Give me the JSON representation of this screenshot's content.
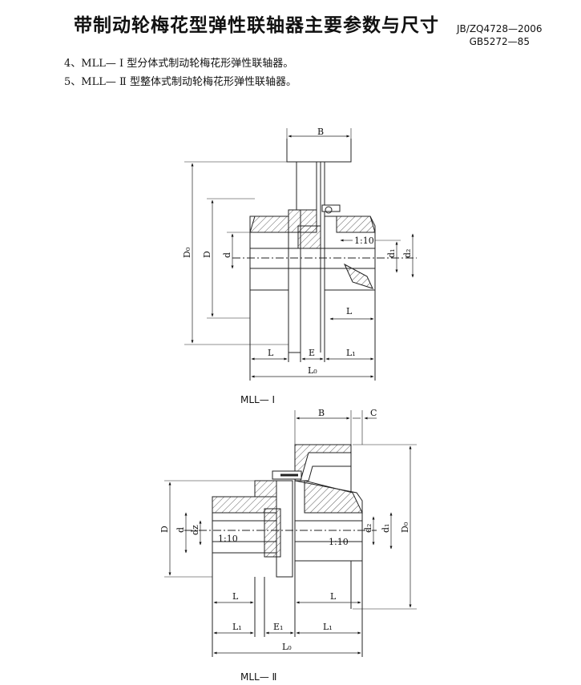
{
  "title": "带制动轮梅花型弹性联轴器主要参数与尺寸",
  "standards": [
    "JB/ZQ4728—2006",
    "GB5272—85"
  ],
  "notes": [
    "4、MLL— Ⅰ 型分体式制动轮梅花形弹性联轴器。",
    "5、MLL— Ⅱ 型整体式制动轮梅花形弹性联轴器。"
  ],
  "figure1": {
    "caption": "MLL— Ⅰ",
    "labels": {
      "B": "B",
      "D0": "D₀",
      "D": "D",
      "d": "d",
      "d1": "d₁",
      "d2": "d₂",
      "taper": "1:10",
      "L": "L",
      "L_right": "L",
      "E": "E",
      "L1": "L₁",
      "L0": "L₀"
    }
  },
  "figure2": {
    "caption": "MLL— Ⅱ",
    "labels": {
      "B": "B",
      "C": "C",
      "D": "D",
      "d": "d",
      "dz": "dz",
      "d2": "d₂",
      "d1": "d₁",
      "D0": "D₀",
      "taper_left": "1:10",
      "taper_right": "1:10",
      "L_left": "L",
      "L_right": "L",
      "L1_left": "L₁",
      "E1": "E₁",
      "L1_right": "L₁",
      "L0": "L₀"
    }
  }
}
